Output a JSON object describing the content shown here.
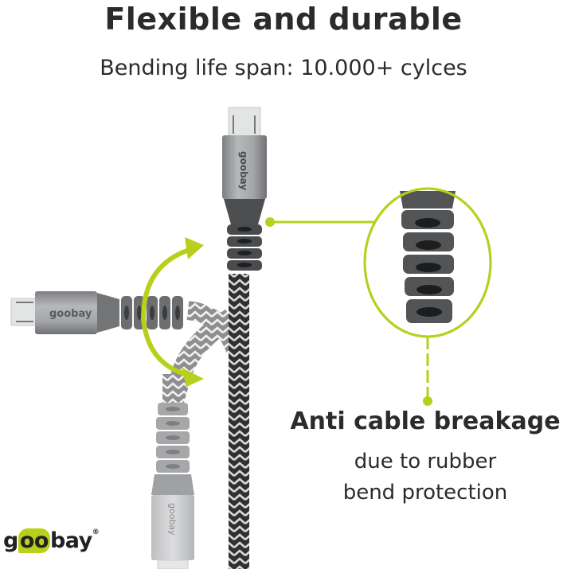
{
  "header": {
    "title": "Flexible and durable",
    "subtitle": "Bending life span: 10.000+ cylces"
  },
  "callout": {
    "heading": "Anti cable breakage",
    "line1": "due to rubber",
    "line2": "bend protection"
  },
  "brand": {
    "prefix": "g",
    "oo": "oo",
    "suffix": "bay",
    "registered": "®",
    "connector_text": "goobay"
  },
  "colors": {
    "accent": "#b8cf1c",
    "text": "#2b2b2b",
    "connector_silver": "#a9abad",
    "rubber_dark": "#4a4b4d",
    "rubber_light": "#9d9e9f"
  }
}
